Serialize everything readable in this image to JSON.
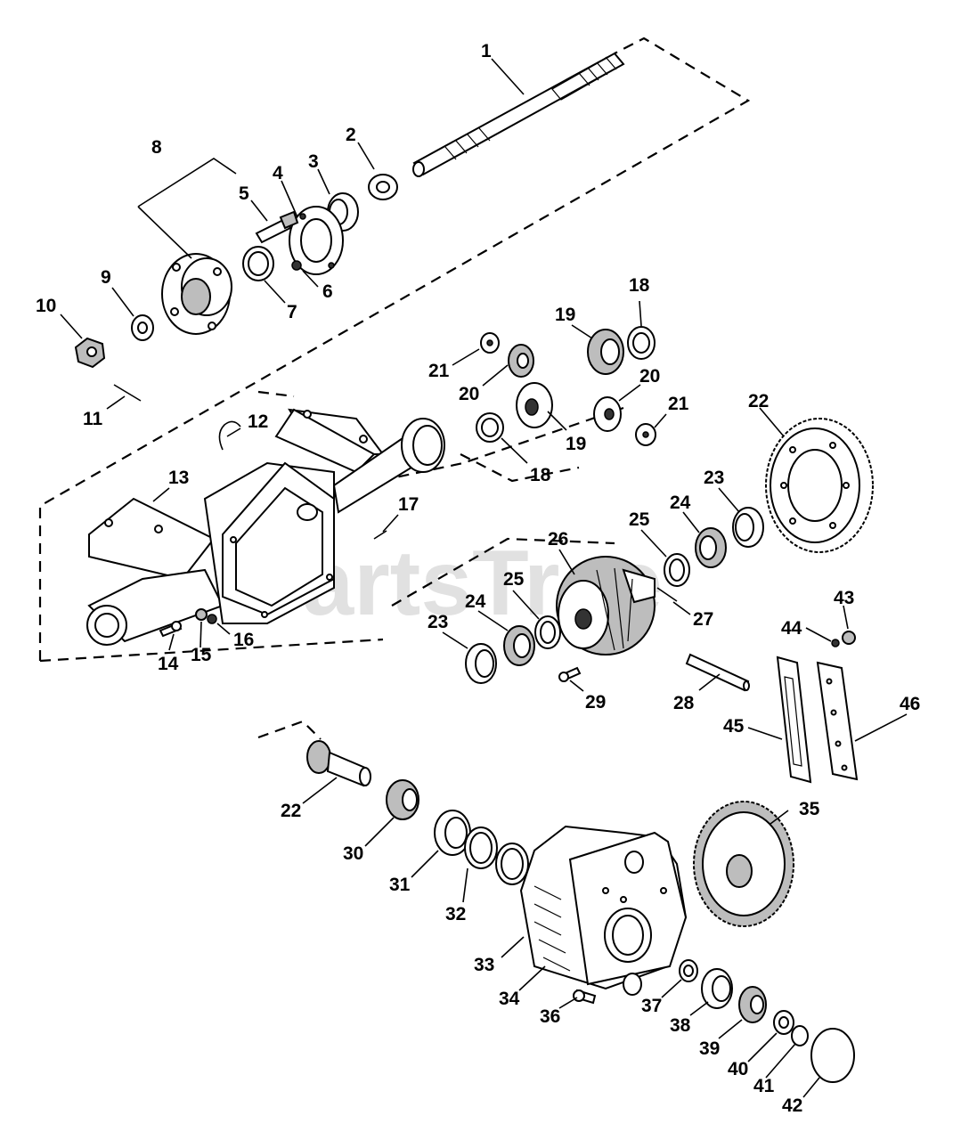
{
  "watermark": "PartsTree",
  "callouts": [
    "1",
    "2",
    "3",
    "4",
    "5",
    "6",
    "7",
    "8",
    "9",
    "10",
    "11",
    "12",
    "13",
    "14",
    "15",
    "16",
    "17",
    "18",
    "18",
    "19",
    "19",
    "20",
    "20",
    "21",
    "21",
    "22",
    "22",
    "23",
    "23",
    "24",
    "24",
    "25",
    "25",
    "26",
    "27",
    "28",
    "29",
    "30",
    "31",
    "32",
    "33",
    "34",
    "35",
    "36",
    "37",
    "38",
    "39",
    "40",
    "41",
    "42",
    "43",
    "44",
    "45",
    "46"
  ]
}
